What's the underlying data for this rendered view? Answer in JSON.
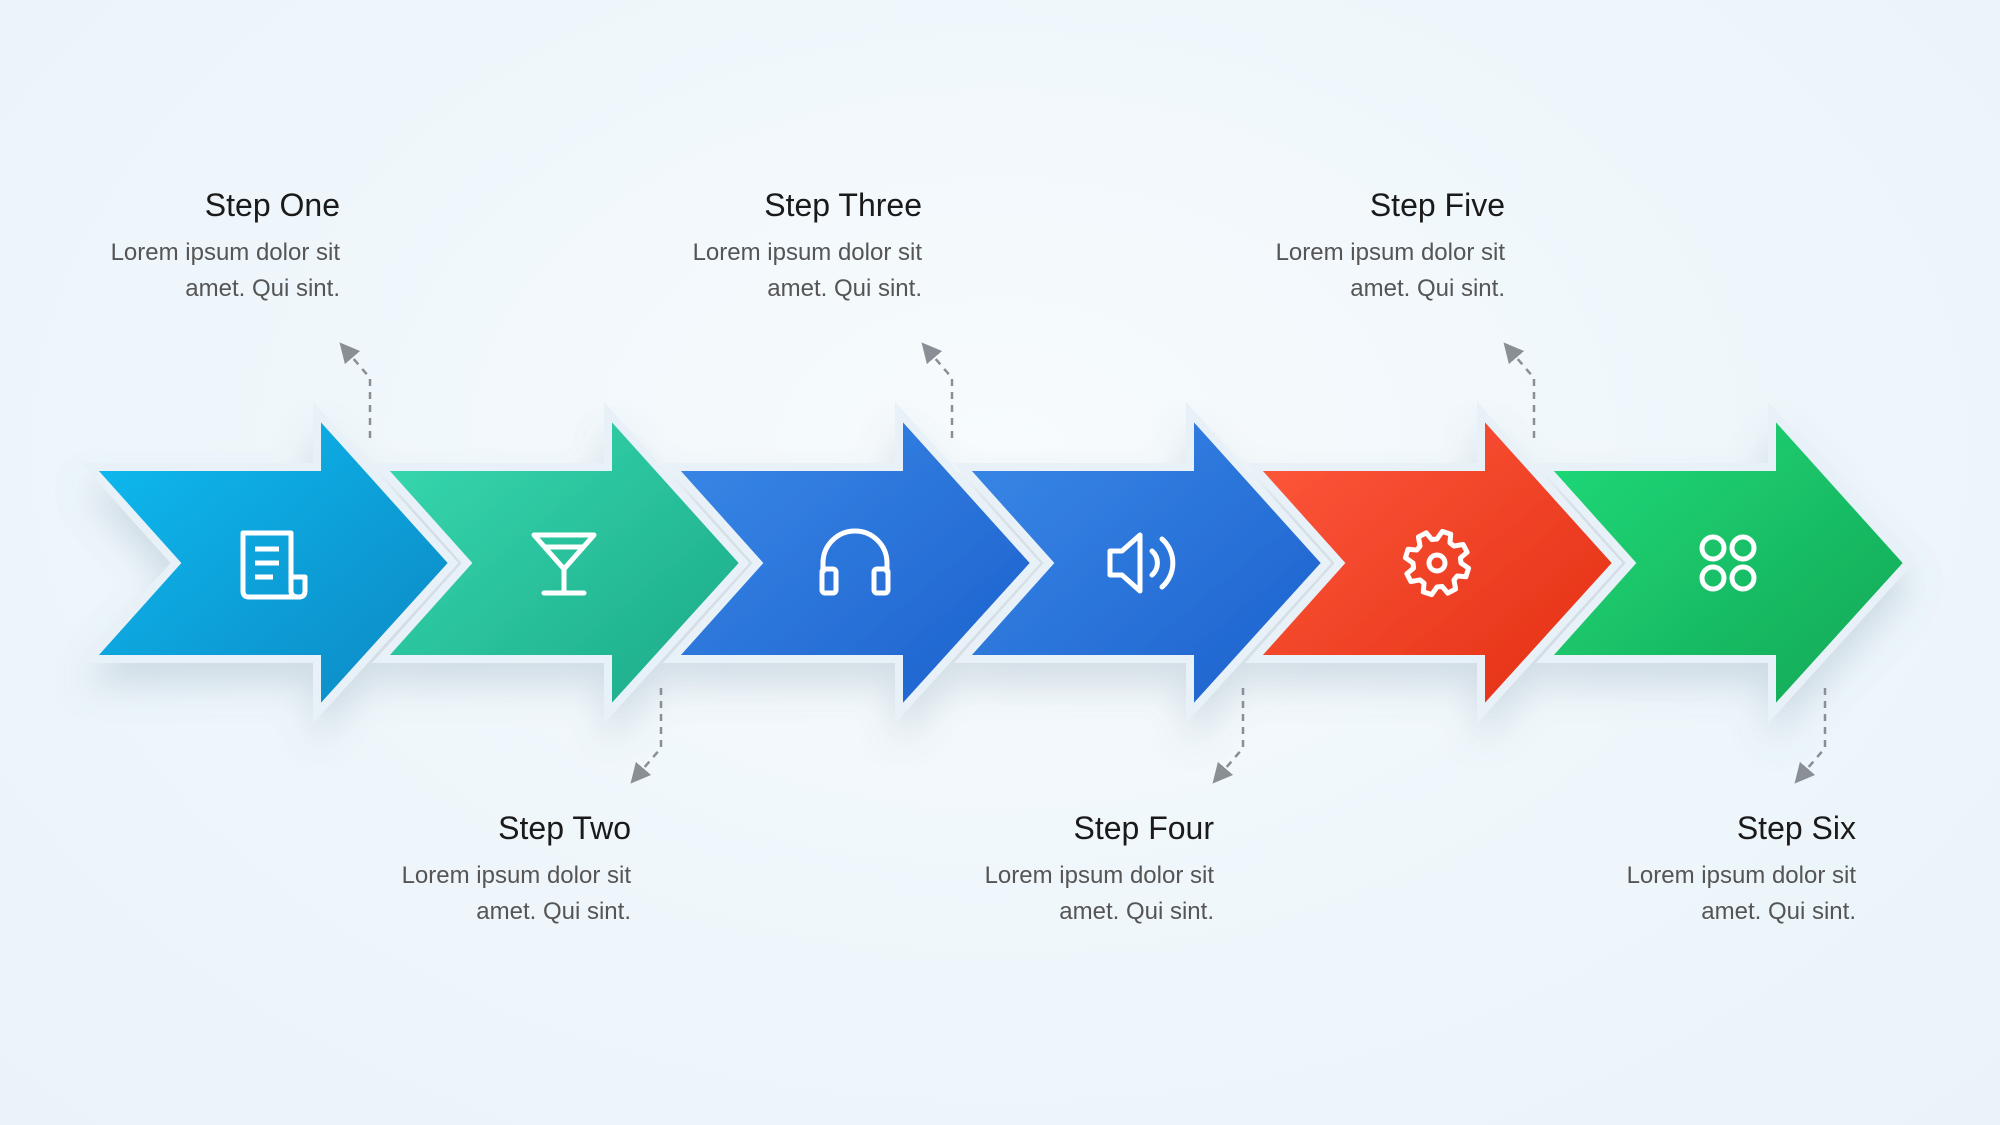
{
  "steps": [
    {
      "title": "Step One",
      "desc_line1": "Lorem ipsum dolor sit",
      "desc_line2": "amet. Qui sint.",
      "icon": "document-icon",
      "color_from": "#08bdf2",
      "color_to": "#0a86c2"
    },
    {
      "title": "Step Two",
      "desc_line1": "Lorem ipsum dolor sit",
      "desc_line2": "amet. Qui sint.",
      "icon": "cocktail-glass-icon",
      "color_from": "#39dbb0",
      "color_to": "#1aa887"
    },
    {
      "title": "Step Three",
      "desc_line1": "Lorem ipsum dolor sit",
      "desc_line2": "amet. Qui sint.",
      "icon": "headphones-icon",
      "color_from": "#3a8ae8",
      "color_to": "#1c5fcc"
    },
    {
      "title": "Step Four",
      "desc_line1": "Lorem ipsum dolor sit",
      "desc_line2": "amet. Qui sint.",
      "icon": "speaker-volume-icon",
      "color_from": "#3a8ae8",
      "color_to": "#1c5fcc"
    },
    {
      "title": "Step Five",
      "desc_line1": "Lorem ipsum dolor sit",
      "desc_line2": "amet. Qui sint.",
      "icon": "gear-icon",
      "color_from": "#ff5a3e",
      "color_to": "#e22d12"
    },
    {
      "title": "Step Six",
      "desc_line1": "Lorem ipsum dolor sit",
      "desc_line2": "amet. Qui sint.",
      "icon": "grid-circles-icon",
      "color_from": "#1edc7a",
      "color_to": "#15a554"
    }
  ]
}
